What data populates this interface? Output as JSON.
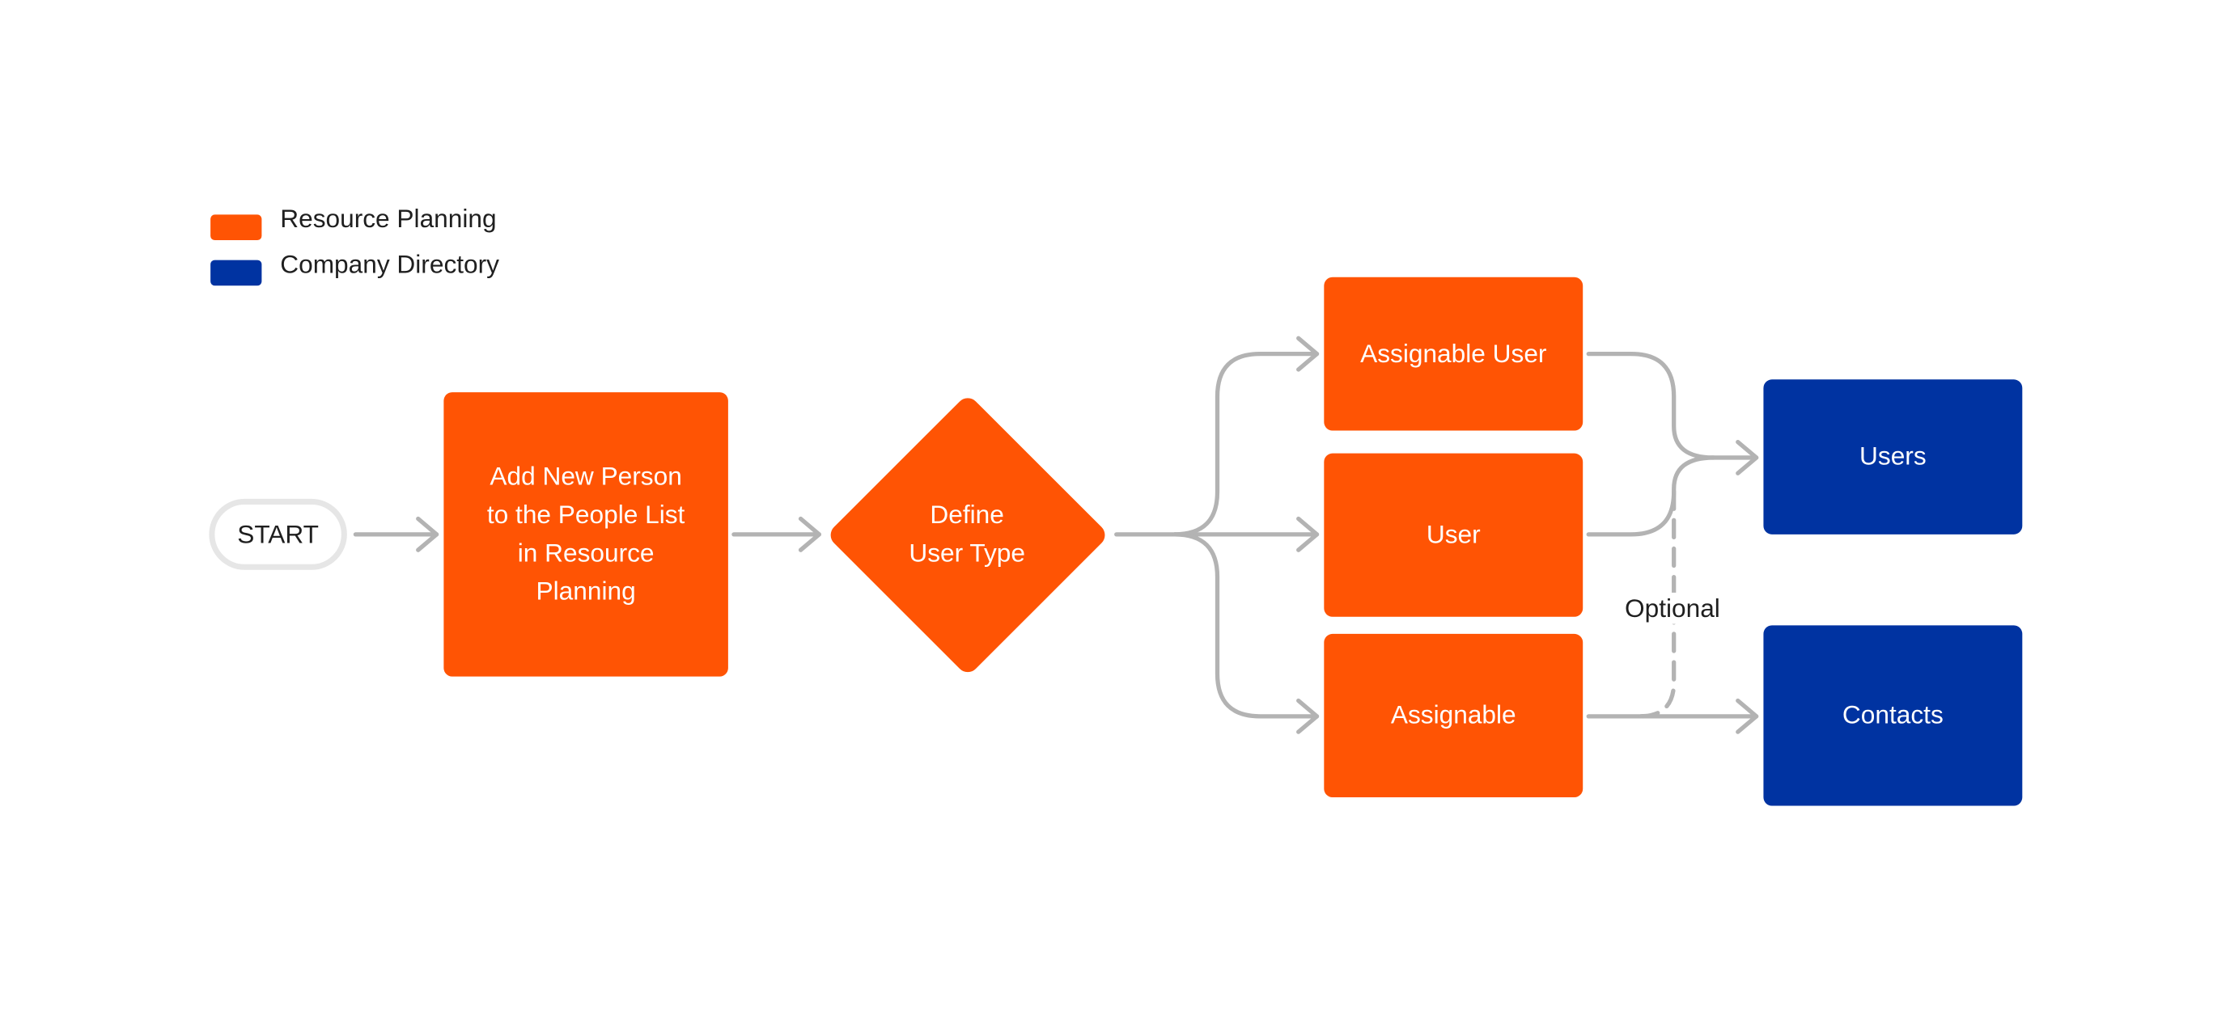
{
  "colors": {
    "resource_planning": "#ff5404",
    "company_directory": "#0033a1",
    "connector": "#b3b3b3",
    "start_border": "#e6e6e6"
  },
  "legend": {
    "items": [
      {
        "label": "Resource Planning",
        "color": "#ff5404"
      },
      {
        "label": "Company Directory",
        "color": "#0033a1"
      }
    ]
  },
  "nodes": {
    "start": "START",
    "add_person": "Add New Person\nto the People List\nin Resource\nPlanning",
    "define_type": "Define\nUser Type",
    "assignable_user": "Assignable User",
    "user": "User",
    "assignable": "Assignable",
    "users": "Users",
    "contacts": "Contacts"
  },
  "edges": {
    "optional_label": "Optional"
  }
}
